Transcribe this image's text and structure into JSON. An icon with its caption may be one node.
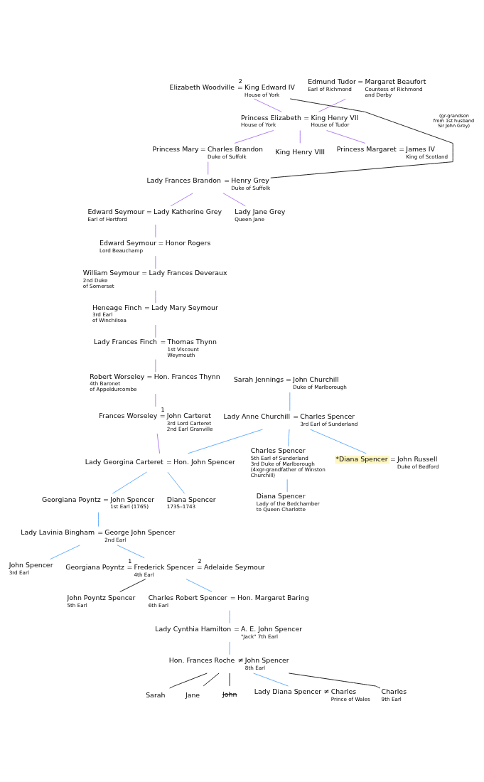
{
  "diagram": {
    "nodes": [
      {
        "text": [
          "Elizabeth Woodville",
          "2",
          "=",
          "King Edward IV",
          "House of York"
        ]
      },
      {
        "text": [
          "Edmund Tudor",
          "Earl of Richmond",
          "=",
          "Margaret Beaufort",
          "Countess of Richmond and Derby"
        ]
      },
      {
        "text": [
          "Princess Elizabeth",
          "House of York",
          "=",
          "King Henry VII",
          "House of Tudor"
        ]
      },
      {
        "text": [
          "Princess Mary",
          "=",
          "Charles Brandon",
          "Duke of Suffolk"
        ]
      },
      {
        "text": [
          "King Henry VIII"
        ]
      },
      {
        "text": [
          "Princess Margaret",
          "=",
          "James IV",
          "King of Scotland"
        ]
      },
      {
        "text": [
          "Lady Frances Brandon",
          "=",
          "Henry Grey",
          "Duke of Suffolk"
        ]
      },
      {
        "text": [
          "Edward Seymour",
          "Earl of Hertford",
          "=",
          "Lady Katherine Grey"
        ]
      },
      {
        "text": [
          "Lady Jane Grey",
          "Queen Jane"
        ]
      },
      {
        "text": [
          "Edward Seymour",
          "Lord Beauchamp",
          "=",
          "Honor Rogers"
        ]
      },
      {
        "text": [
          "William Seymour",
          "2nd Duke of Somerset",
          "=",
          "Lady Frances Deveraux"
        ]
      },
      {
        "text": [
          "Heneage Finch",
          "3rd Earl of Winchilsea",
          "=",
          "Lady Mary Seymour"
        ]
      },
      {
        "text": [
          "Lady Frances Finch",
          "=",
          "Thomas Thynn",
          "1st Viscount Weymouth"
        ]
      },
      {
        "text": [
          "Robert Worseley",
          "4th Baronet of Appeldurcombe",
          "=",
          "Hon. Frances Thynn"
        ]
      },
      {
        "text": [
          "Sarah Jennings",
          "=",
          "John Churchill",
          "Duke of Marlborough"
        ]
      },
      {
        "text": [
          "Frances Worseley",
          "1",
          "=",
          "John Carteret",
          "3rd Lord Carteret",
          "2nd Earl Granville"
        ]
      },
      {
        "text": [
          "Lady Anne Churchill",
          "=",
          "Charles Spencer",
          "3rd Earl of Sunderland"
        ]
      },
      {
        "text": [
          "Charles Spencer",
          "5th Earl of Sunderland",
          "3rd Duke of Marlborough",
          "(4xgr-grandfather of Winston Churchill)"
        ]
      },
      {
        "text": [
          "Lady Georgina Carteret",
          "=",
          "Hon. John Spencer"
        ]
      },
      {
        "text": [
          "*Diana Spencer",
          "=",
          "John Russell",
          "Duke of Bedford"
        ]
      },
      {
        "text": [
          "Diana Spencer",
          "Lady of the Bedchamber to Queen Charlotte"
        ]
      },
      {
        "text": [
          "Georgiana Poyntz",
          "=",
          "John Spencer",
          "1st Earl (1765)"
        ]
      },
      {
        "text": [
          "Diana Spencer",
          "1735–1743"
        ]
      },
      {
        "text": [
          "Lady Lavinia Bingham",
          "=",
          "George John Spencer",
          "2nd Earl"
        ]
      },
      {
        "text": [
          "John Spencer",
          "3rd Earl"
        ]
      },
      {
        "text": [
          "Georgiana Poyntz",
          "1",
          "=",
          "Frederick Spencer",
          "4th Earl",
          "2",
          "=",
          "Adelaide Seymour"
        ]
      },
      {
        "text": [
          "John Poyntz Spencer",
          "5th Earl"
        ]
      },
      {
        "text": [
          "Charles Robert Spencer",
          "6th Earl",
          "=",
          "Hon. Margaret Baring"
        ]
      },
      {
        "text": [
          "Lady Cynthia Hamilton",
          "=",
          "A. E. John Spencer",
          "\"Jack\" 7th Earl"
        ]
      },
      {
        "text": [
          "Hon. Frances Roche",
          "≠",
          "John Spencer",
          "8th Earl"
        ]
      },
      {
        "text": [
          "Sarah"
        ]
      },
      {
        "text": [
          "Jane"
        ]
      },
      {
        "text": [
          "John"
        ]
      },
      {
        "text": [
          "Lady Diana Spencer",
          "≠",
          "Charles",
          "Prince of Wales"
        ]
      },
      {
        "text": [
          "Charles",
          "9th Earl"
        ]
      }
    ],
    "edges": [
      {
        "from": 0,
        "to": 2,
        "arrow": "none"
      },
      {
        "from": 1,
        "to": 2,
        "arrow": "none"
      },
      {
        "from": 2,
        "to": 3,
        "arrow": "none"
      },
      {
        "from": 2,
        "to": 4,
        "arrow": "none"
      },
      {
        "from": 2,
        "to": 5,
        "arrow": "none"
      },
      {
        "from": 0,
        "to": 6,
        "arrow": "none",
        "color": "#000000"
      },
      {
        "from": 3,
        "to": 6,
        "arrow": "none"
      },
      {
        "from": 6,
        "to": 7,
        "arrow": "none"
      },
      {
        "from": 6,
        "to": 8,
        "arrow": "none"
      },
      {
        "from": 7,
        "to": 9,
        "arrow": "none"
      },
      {
        "from": 9,
        "to": 10,
        "arrow": "none"
      },
      {
        "from": 10,
        "to": 11,
        "arrow": "none"
      },
      {
        "from": 11,
        "to": 12,
        "arrow": "none"
      },
      {
        "from": 12,
        "to": 13,
        "arrow": "none"
      },
      {
        "from": 13,
        "to": 15,
        "arrow": "none"
      },
      {
        "from": 14,
        "to": 16,
        "arrow": "none",
        "color": "#4da3ff"
      },
      {
        "from": 15,
        "to": 18,
        "arrow": "none"
      },
      {
        "from": 16,
        "to": 17,
        "arrow": "none",
        "color": "#4da3ff"
      },
      {
        "from": 16,
        "to": 18,
        "arrow": "none",
        "color": "#4da3ff"
      },
      {
        "from": 16,
        "to": 19,
        "arrow": "none",
        "color": "#4da3ff"
      },
      {
        "from": 17,
        "to": 20,
        "arrow": "none",
        "color": "#4da3ff"
      },
      {
        "from": 18,
        "to": 21,
        "arrow": "none",
        "color": "#4da3ff"
      },
      {
        "from": 18,
        "to": 22,
        "arrow": "none",
        "color": "#4da3ff"
      },
      {
        "from": 21,
        "to": 23,
        "arrow": "none",
        "color": "#4da3ff"
      },
      {
        "from": 23,
        "to": 24,
        "arrow": "none",
        "color": "#4da3ff"
      },
      {
        "from": 23,
        "to": 25,
        "arrow": "none",
        "color": "#4da3ff"
      },
      {
        "from": 25,
        "to": 26,
        "arrow": "none",
        "color": "#000000"
      },
      {
        "from": 25,
        "to": 27,
        "arrow": "none",
        "color": "#4da3ff"
      },
      {
        "from": 27,
        "to": 28,
        "arrow": "none",
        "color": "#4da3ff"
      },
      {
        "from": 28,
        "to": 29,
        "arrow": "none",
        "color": "#4da3ff"
      },
      {
        "from": 29,
        "to": 30,
        "arrow": "none",
        "color": "#000000"
      },
      {
        "from": 29,
        "to": 31,
        "arrow": "none",
        "color": "#000000"
      },
      {
        "from": 29,
        "to": 32,
        "arrow": "none",
        "color": "#000000"
      },
      {
        "from": 29,
        "to": 33,
        "arrow": "none",
        "color": "#4da3ff"
      },
      {
        "from": 29,
        "to": 34,
        "arrow": "none",
        "color": "#000000"
      }
    ],
    "labels": [
      "(gr-grandson from 1st husband Sir John Grey)"
    ]
  }
}
